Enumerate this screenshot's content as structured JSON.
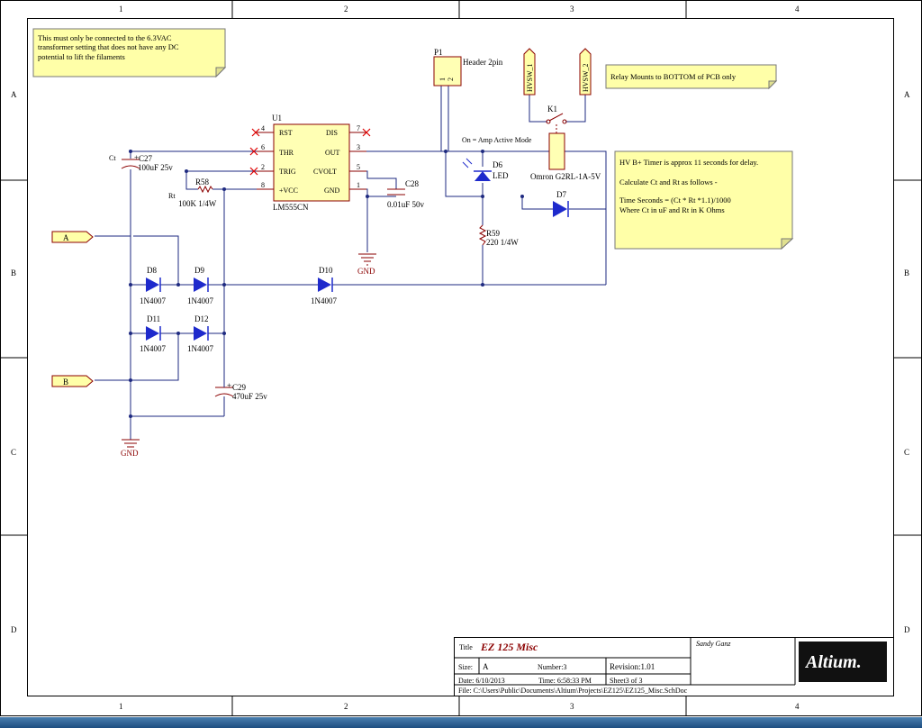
{
  "frame": {
    "cols": [
      "1",
      "2",
      "3",
      "4"
    ],
    "rows": [
      "A",
      "B",
      "C",
      "D"
    ]
  },
  "notes": {
    "filament": [
      "This must only be connected to the 6.3VAC",
      "transformer setting that does not have any DC",
      "potential to lift the filaments"
    ],
    "relay": "Relay Mounts to BOTTOM of PCB only",
    "timer": [
      "HV B+ Timer is approx 11 seconds for delay.",
      "",
      "Calculate Ct and Rt as follows -",
      "",
      "Time Seconds = (Ct * Rt *1.1)/1000",
      "Where Ct in uF and Rt in K Ohms"
    ]
  },
  "parts": {
    "u1": {
      "ref": "U1",
      "value": "LM555CN",
      "pins_left": [
        "RST",
        "THR",
        "TRIG",
        "+VCC"
      ],
      "pins_left_num": [
        "4",
        "6",
        "2",
        "8"
      ],
      "pins_right": [
        "DIS",
        "OUT",
        "CVOLT",
        "GND"
      ],
      "pins_right_num": [
        "7",
        "3",
        "5",
        "1"
      ]
    },
    "p1": {
      "ref": "P1",
      "value": "Header 2pin",
      "pin1": "1",
      "pin2": "2"
    },
    "k1": {
      "ref": "K1",
      "value": "Omron G2RL-1A-5V"
    },
    "hvsw1": "HVSW_1",
    "hvsw2": "HVSW_2",
    "mode": "On = Amp Active Mode",
    "d6": {
      "ref": "D6",
      "value": "LED"
    },
    "d7": {
      "ref": "D7"
    },
    "r59": {
      "ref": "R59",
      "value": "220 1/4W"
    },
    "c27": {
      "ref": "C27",
      "value": "100uF 25v",
      "plus": "+",
      "net": "Ct"
    },
    "r58": {
      "ref": "R58",
      "value": "100K 1/4W",
      "net": "Rt"
    },
    "c28": {
      "ref": "C28",
      "value": "0.01uF 50v"
    },
    "c29": {
      "ref": "C29",
      "value": "470uF 25v",
      "plus": "+"
    },
    "d8": {
      "ref": "D8",
      "value": "1N4007"
    },
    "d9": {
      "ref": "D9",
      "value": "1N4007"
    },
    "d10": {
      "ref": "D10",
      "value": "1N4007"
    },
    "d11": {
      "ref": "D11",
      "value": "1N4007"
    },
    "d12": {
      "ref": "D12",
      "value": "1N4007"
    },
    "gnd": "GND",
    "port_a": "A",
    "port_b": "B"
  },
  "titleblock": {
    "title_label": "Title",
    "title": "EZ 125 Misc",
    "author": "Sandy Ganz",
    "size_label": "Size:",
    "size": "A",
    "number": "Number:3",
    "revision": "Revision:1.01",
    "date": "Date:  6/10/2013",
    "time": "Time:  6:58:33 PM",
    "sheet": "Sheet3   of  3",
    "file": "File:   C:\\Users\\Public\\Documents\\Altium\\Projects\\EZ125\\EZ125_Misc.SchDoc",
    "logo": "Altium."
  },
  "colors": {
    "wire": "#1e2a80",
    "part": "#8b0000",
    "note": "#ffffa8",
    "diode": "#1e2acc",
    "frame": "#000000"
  }
}
